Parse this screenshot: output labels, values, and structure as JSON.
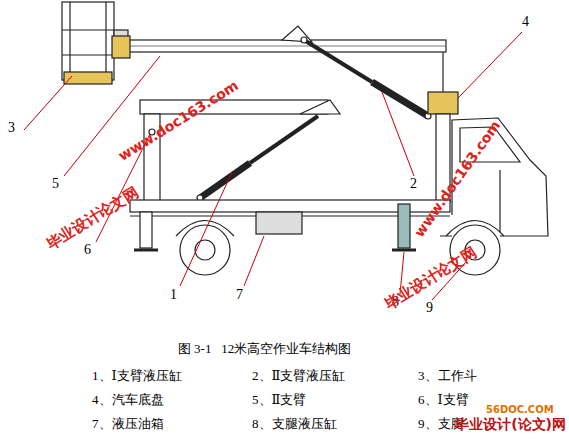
{
  "diagram": {
    "caption": "图 3-1   12米高空作业车结构图",
    "labels": [
      "3",
      "4",
      "5",
      "2",
      "6",
      "1",
      "7",
      "8",
      "9",
      "1、Ⅰ支臂液压缸",
      "2、Ⅱ支臂液压缸",
      "3、工作斗",
      "4、汽车底盘",
      "5、Ⅱ支臂",
      "6、Ⅰ支臂",
      "7、液压油箱",
      "8、支腿液压缸",
      "9、支腿",
      "毕业设计论文网",
      "www.doc163.com",
      "www.doc163.com",
      "毕业设计论文网",
      "56DOC.COM",
      "毕业设计(论文)网"
    ]
  }
}
